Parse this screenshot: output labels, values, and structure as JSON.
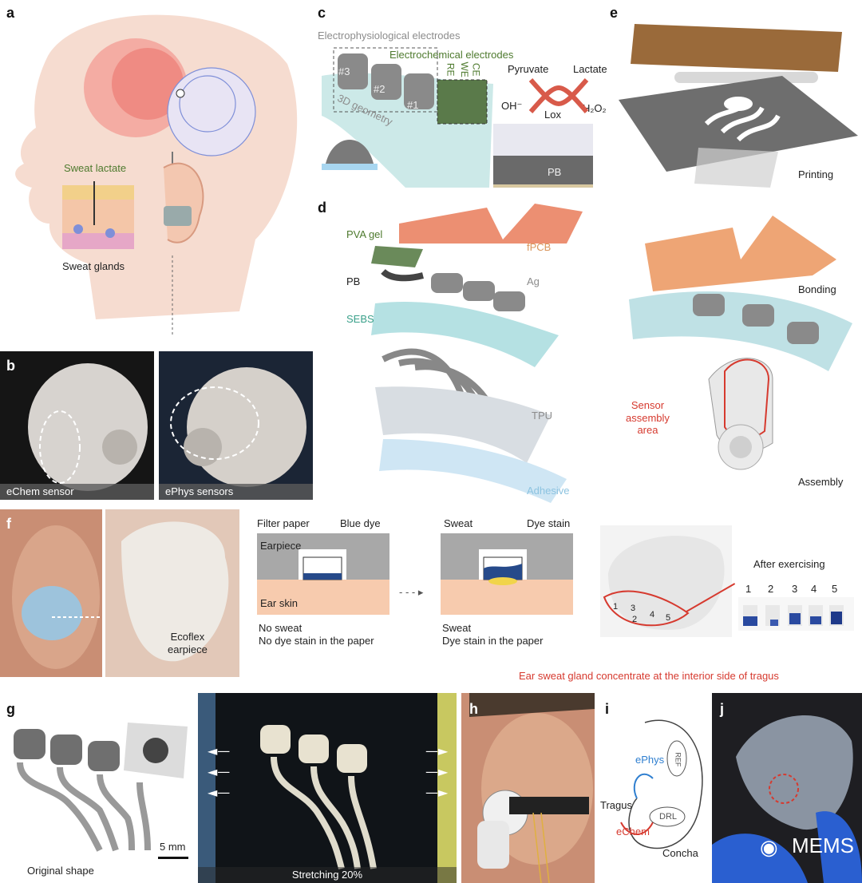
{
  "panels": {
    "a": "a",
    "b": "b",
    "c": "c",
    "d": "d",
    "e": "e",
    "f": "f",
    "g": "g",
    "h": "h",
    "i": "i",
    "j": "j"
  },
  "a": {
    "sweat_lactate": "Sweat lactate",
    "sweat_glands": "Sweat glands"
  },
  "b": {
    "left_caption": "eChem sensor",
    "right_caption": "ePhys sensors"
  },
  "c": {
    "ephys_title": "Electrophysiological electrodes",
    "echem_title": "Electrochemical electrodes",
    "electrodes": [
      "#3",
      "#2",
      "#1"
    ],
    "echem_labels": [
      "RE",
      "WE",
      "CE"
    ],
    "geometry": "3D geometry",
    "pyruvate": "Pyruvate",
    "lactate": "Lactate",
    "oh": "OH⁻",
    "h2o2": "H₂O₂",
    "lox": "Lox",
    "pb": "PB"
  },
  "d": {
    "pva": "PVA gel",
    "pb": "PB",
    "sebs": "SEBS",
    "fpcb": "fPCB",
    "ag": "Ag",
    "tpu": "TPU",
    "adhesive": "Adhesive"
  },
  "e": {
    "printing": "Printing",
    "bonding": "Bonding",
    "sensor_area": "Sensor\nassembly\narea",
    "assembly": "Assembly"
  },
  "f": {
    "ecoflex": "Ecoflex\nearpiece",
    "filter_paper": "Filter paper",
    "blue_dye": "Blue dye",
    "earpiece": "Earpiece",
    "ear_skin": "Ear skin",
    "no_sweat": "No sweat",
    "no_dye": "No dye stain in the paper",
    "sweat_top": "Sweat",
    "dye_stain": "Dye stain",
    "sweat": "Sweat",
    "dye_in_paper": "Dye stain in the paper",
    "after_ex": "After exercising",
    "nums": [
      "1",
      "2",
      "3",
      "4",
      "5"
    ],
    "tragus_note": "Ear sweat gland concentrate at the interior side of tragus"
  },
  "g": {
    "scale": "5 mm",
    "original": "Original shape",
    "stretch": "Stretching 20%"
  },
  "i": {
    "ephys": "ePhys",
    "tragus": "Tragus",
    "echem": "eChem",
    "drl": "DRL",
    "ref": "REF",
    "concha": "Concha"
  },
  "j": {
    "watermark": "MEMS"
  },
  "colors": {
    "red": "#d63a2f",
    "green": "#4e7a2e",
    "orange": "#e08c5a",
    "teal": "#3aa08a",
    "blue": "#2f5fa8"
  }
}
